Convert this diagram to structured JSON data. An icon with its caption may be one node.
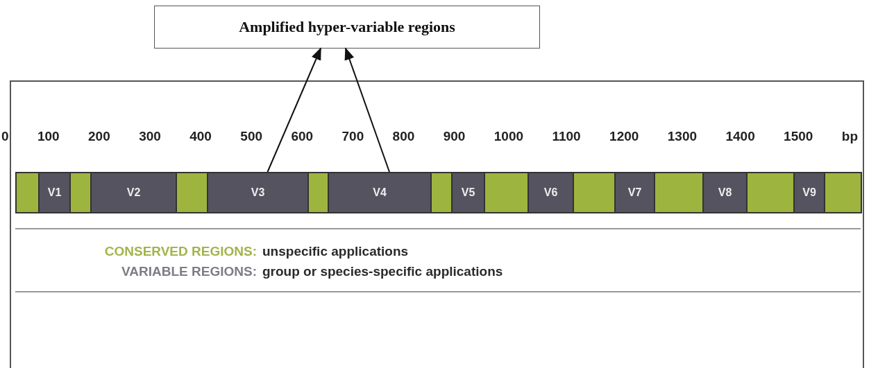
{
  "diagram": {
    "nodes": [
      {
        "text": [
          "Amplified hyper-variable regions"
        ]
      },
      {
        "text": [],
        "shape": "box"
      },
      {
        "text": [],
        "shape": "bar",
        "in": 1
      },
      {
        "text": [
          "V1"
        ],
        "in": 1
      },
      {
        "text": [],
        "shape": "bar",
        "in": 1
      },
      {
        "text": [
          "V2"
        ],
        "in": 1
      },
      {
        "text": [],
        "shape": "bar",
        "in": 1
      },
      {
        "text": [
          "V3"
        ],
        "in": 1
      },
      {
        "text": [],
        "shape": "bar",
        "in": 1
      },
      {
        "text": [
          "V4"
        ],
        "in": 1
      },
      {
        "text": [],
        "shape": "bar",
        "in": 1
      },
      {
        "text": [
          "V5"
        ],
        "in": 1
      },
      {
        "text": [],
        "shape": "bar",
        "in": 1
      },
      {
        "text": [
          "V6"
        ],
        "in": 1
      },
      {
        "text": [],
        "shape": "bar",
        "in": 1
      },
      {
        "text": [
          "V7"
        ],
        "in": 1
      },
      {
        "text": [],
        "shape": "bar",
        "in": 1
      },
      {
        "text": [
          "V8"
        ],
        "in": 1
      },
      {
        "text": [],
        "shape": "bar",
        "in": 1
      },
      {
        "text": [
          "V9"
        ],
        "in": 1
      },
      {
        "text": [],
        "shape": "bar",
        "in": 1
      }
    ],
    "edges": [
      {
        "from": 7,
        "to": 0,
        "arrow": "to"
      },
      {
        "from": 9,
        "to": 0,
        "arrow": "to"
      }
    ],
    "labels": [
      "0",
      "100",
      "200",
      "300",
      "400",
      "500",
      "600",
      "700",
      "800",
      "900",
      "1000",
      "1100",
      "1200",
      "1300",
      "1400",
      "1500",
      "bp",
      "CONSERVED REGIONS:",
      "unspecific applications",
      "VARIABLE REGIONS:",
      "group or species-specific applications"
    ]
  }
}
